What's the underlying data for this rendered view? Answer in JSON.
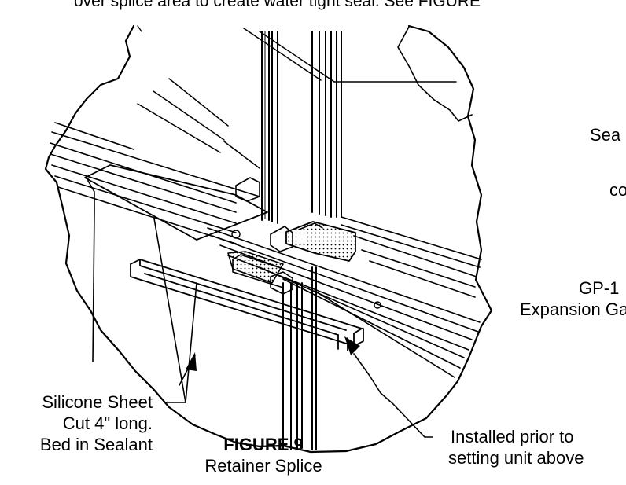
{
  "top_note": "over splice area to create water tight seal.  See FIGURE",
  "right_labels": {
    "sealant": "Sea",
    "co": "co",
    "gp1": "GP-1",
    "expansion_gasket": "Expansion Gask"
  },
  "callouts": {
    "silicone_sheet": [
      "Silicone Sheet",
      "Cut 4\" long.",
      "Bed in Sealant"
    ],
    "installed_prior": [
      "Installed prior to",
      "setting unit above"
    ]
  },
  "figure": {
    "number": "FIGURE 9",
    "caption": "Retainer Splice"
  }
}
